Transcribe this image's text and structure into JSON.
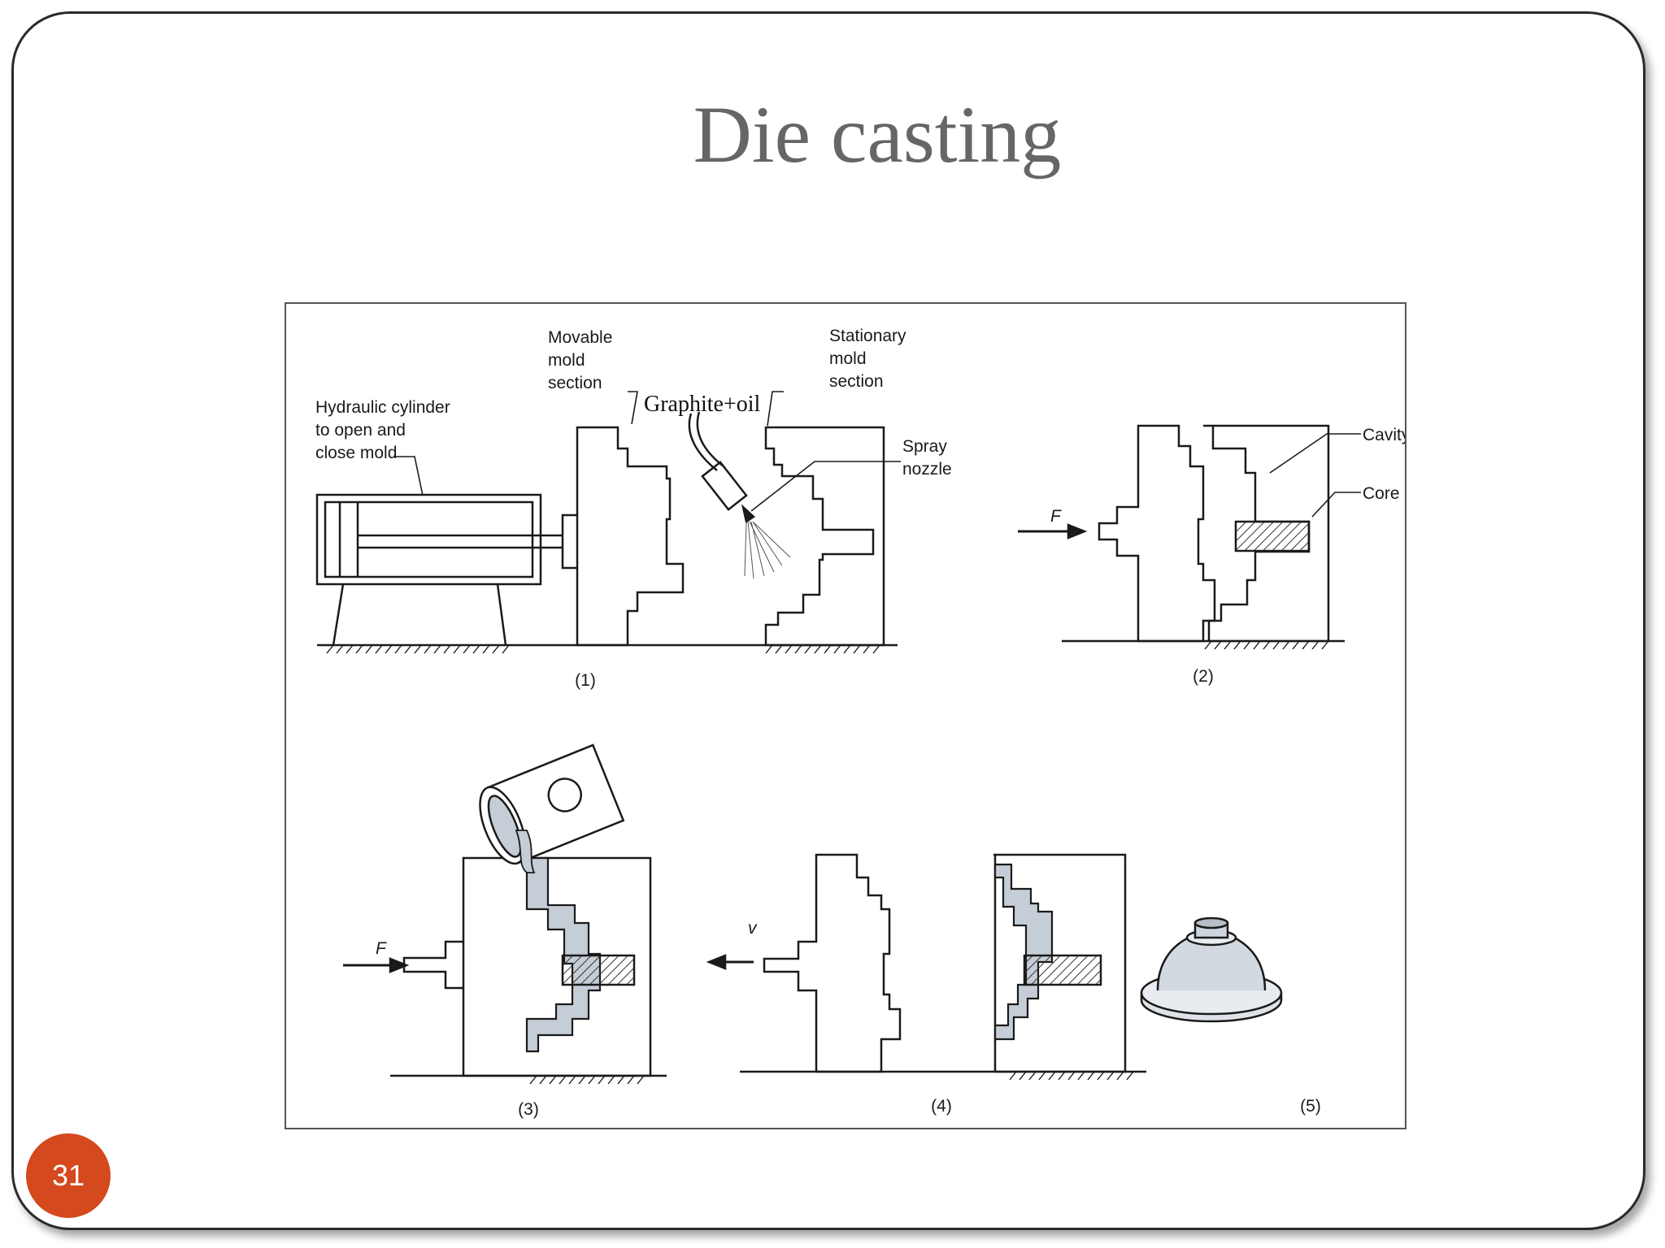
{
  "slide": {
    "title": "Die casting",
    "number": "31",
    "accent_color": "#d4491e"
  },
  "diagram": {
    "labels": {
      "movable_mold": [
        "Movable",
        "mold",
        "section"
      ],
      "stationary_mold": [
        "Stationary",
        "mold",
        "section"
      ],
      "hydraulic_cylinder": [
        "Hydraulic cylinder",
        "to open and",
        "close mold"
      ],
      "graphite_oil": "Graphite+oil",
      "spray_nozzle": [
        "Spray",
        "nozzle"
      ],
      "cavity": "Cavity",
      "core": "Core",
      "force": "F",
      "velocity": "v"
    },
    "captions": [
      "(1)",
      "(2)",
      "(3)",
      "(4)",
      "(5)"
    ]
  }
}
